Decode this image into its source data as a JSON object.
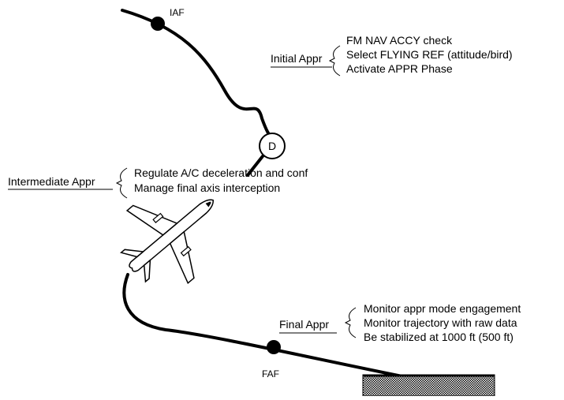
{
  "fixes": {
    "iaf": "IAF",
    "faf": "FAF",
    "decel_point": "D"
  },
  "phases": {
    "initial": {
      "label": "Initial Appr",
      "actions": [
        "FM NAV ACCY check",
        "Select FLYING REF (attitude/bird)",
        "Activate APPR Phase"
      ]
    },
    "intermediate": {
      "label": "Intermediate Appr",
      "actions": [
        "Regulate A/C deceleration and conf",
        "Manage final axis interception"
      ]
    },
    "final": {
      "label": "Final Appr",
      "actions": [
        "Monitor appr mode engagement",
        "Monitor trajectory with raw data",
        "Be stabilized at 1000 ft (500 ft)"
      ]
    }
  },
  "colors": {
    "ink": "#000000",
    "background": "#ffffff"
  }
}
